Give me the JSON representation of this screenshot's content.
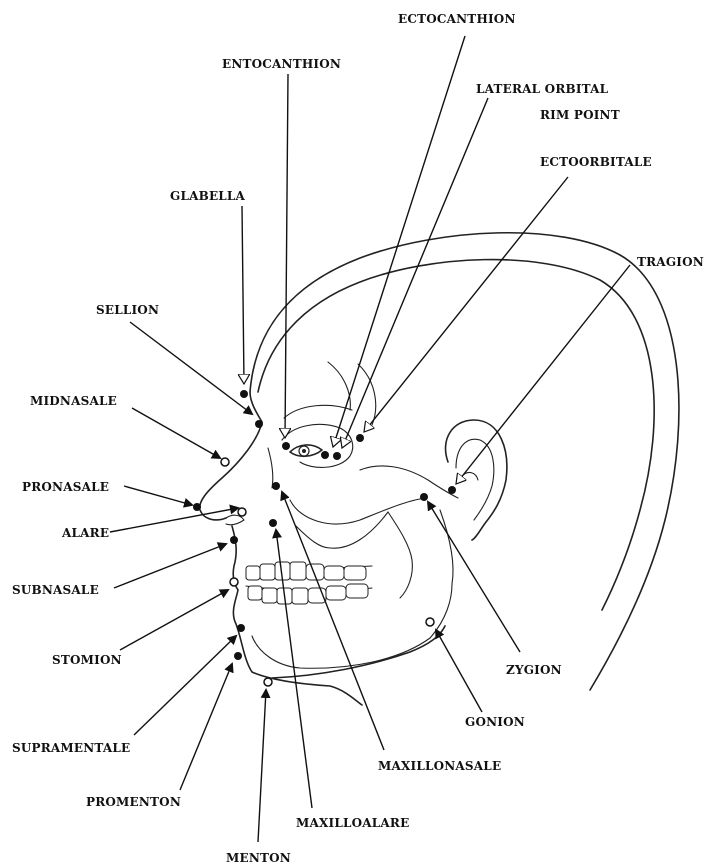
{
  "labels": {
    "ectocanthion": "ECTOCANTHION",
    "entocanthion": "ENTOCANTHION",
    "lateral_orbital_1": "LATERAL ORBITAL",
    "lateral_orbital_2": "RIM POINT",
    "ectoorbitale": "ECTOORBITALE",
    "glabella": "GLABELLA",
    "tragion": "TRAGION",
    "sellion": "SELLION",
    "midnasale": "MIDNASALE",
    "pronasale": "PRONASALE",
    "alare": "ALARE",
    "subnasale": "SUBNASALE",
    "stomion": "STOMION",
    "supramentale": "SUPRAMENTALE",
    "promenton": "PROMENTON",
    "menton": "MENTON",
    "maxilloalare": "MAXILLOALARE",
    "maxillonasale": "MAXILLONASALE",
    "gonion": "GONION",
    "zygion": "ZYGION"
  }
}
